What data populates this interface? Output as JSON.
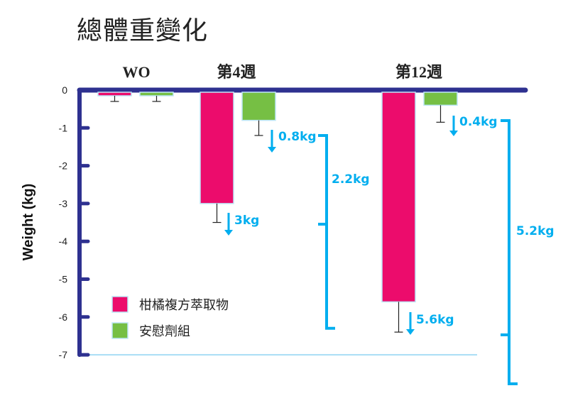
{
  "chart_data": {
    "type": "bar",
    "title": "總體重變化",
    "xlabel": "",
    "ylabel": "Weight (kg)",
    "ylim": [
      -7,
      0
    ],
    "yticks": [
      "0",
      "-1",
      "-2",
      "-3",
      "-4",
      "-5",
      "-6",
      "-7"
    ],
    "categories": [
      "WO",
      "第4週",
      "第12週"
    ],
    "series": [
      {
        "name": "柑橘複方萃取物",
        "color": "#EC0C6C",
        "values": [
          -0.15,
          -3.0,
          -5.6
        ],
        "error_to": [
          -0.3,
          -3.5,
          -6.4
        ]
      },
      {
        "name": "安慰劑組",
        "color": "#76BF44",
        "values": [
          -0.15,
          -0.8,
          -0.4
        ],
        "error_to": [
          -0.3,
          -1.2,
          -0.85
        ]
      }
    ],
    "legend_position": "bottom-left",
    "annotations": {
      "placebo_w4": "0.8kg",
      "extract_w4": "3kg",
      "diff_w4": "2.2kg",
      "placebo_w12": "0.4kg",
      "extract_w12": "5.6kg",
      "diff_w12": "5.2kg"
    },
    "axis_color": "#2E3190",
    "annotation_color": "#00AEEF"
  }
}
